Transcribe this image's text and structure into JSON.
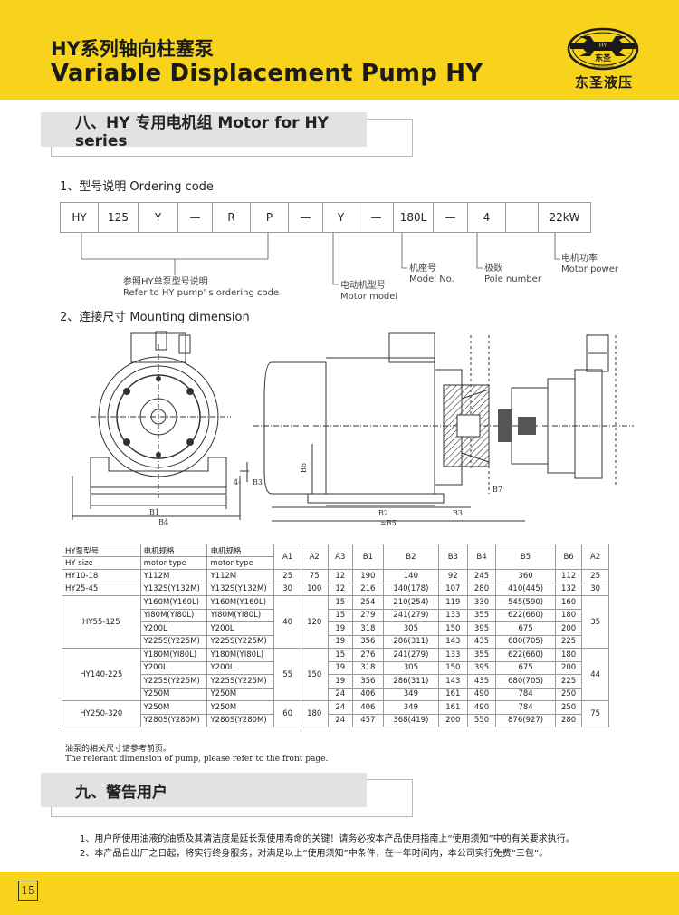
{
  "header": {
    "title_cn": "HY系列轴向柱塞泵",
    "title_en": "Variable Displacement Pump HY",
    "logo_text": "东圣",
    "logo_small": "HY",
    "logo_sub": "DONGSHENG",
    "company_name": "东圣液压"
  },
  "section8": {
    "title": "八、HY 专用电机组 Motor for HY series"
  },
  "ordering": {
    "heading": "1、型号说明 Ordering code",
    "cells": [
      "HY",
      "125",
      "Y",
      "—",
      "R",
      "P",
      "—",
      "Y",
      "—",
      "180L",
      "—",
      "4",
      "",
      "22kW"
    ],
    "notes": {
      "pump_cn": "参照HY单泵型号说明",
      "pump_en": "Refer to HY pump' s ordering code",
      "motor_model_cn": "电动机型号",
      "motor_model_en": "Motor model",
      "model_no_cn": "机座号",
      "model_no_en": "Model No.",
      "pole_cn": "极数",
      "pole_en": "Pole number",
      "power_cn": "电机功率",
      "power_en": "Motor power"
    }
  },
  "mounting": {
    "heading": "2、连接尺寸 Mounting dimension",
    "dims": {
      "b1": "B1",
      "b4": "B4",
      "b2": "B2",
      "b3": "B3",
      "b5": "≈B5",
      "b6": "B6",
      "b7": "B7",
      "hole": "4-",
      "hole_b3": "B3"
    }
  },
  "table": {
    "header1": [
      "HY泵型号",
      "电机规格",
      "电机规格",
      "A1",
      "A2",
      "A3",
      "B1",
      "B2",
      "B3",
      "B4",
      "B5",
      "B6",
      "A2"
    ],
    "header2": [
      "HY size",
      "motor type",
      "motor type"
    ],
    "rows": [
      [
        "HY10-18",
        "Y112M",
        "Y112M",
        "25",
        "75",
        "12",
        "190",
        "140",
        "92",
        "245",
        "360",
        "112",
        "25"
      ],
      [
        "HY25-45",
        "Y132S(Y132M)",
        "Y132S(Y132M)",
        "30",
        "100",
        "12",
        "216",
        "140(178)",
        "107",
        "280",
        "410(445)",
        "132",
        "30"
      ],
      [
        "HY55-125",
        "Y160M(Y160L)",
        "Y160M(Y160L)",
        "40",
        "120",
        "15",
        "254",
        "210(254)",
        "119",
        "330",
        "545(590)",
        "160",
        "35"
      ],
      [
        "",
        "YI80M(YI80L)",
        "YI80M(YI80L)",
        "",
        "",
        "15",
        "279",
        "241(279)",
        "133",
        "355",
        "622(660)",
        "180",
        ""
      ],
      [
        "",
        "Y200L",
        "Y200L",
        "",
        "",
        "19",
        "318",
        "305",
        "150",
        "395",
        "675",
        "200",
        ""
      ],
      [
        "",
        "Y225S(Y225M)",
        "Y225S(Y225M)",
        "",
        "",
        "19",
        "356",
        "286(311)",
        "143",
        "435",
        "680(705)",
        "225",
        ""
      ],
      [
        "HY140-225",
        "Y180M(YI80L)",
        "Y180M(YI80L)",
        "55",
        "150",
        "15",
        "276",
        "241(279)",
        "133",
        "355",
        "622(660)",
        "180",
        "44"
      ],
      [
        "",
        "Y200L",
        "Y200L",
        "",
        "",
        "19",
        "318",
        "305",
        "150",
        "395",
        "675",
        "200",
        ""
      ],
      [
        "",
        "Y225S(Y225M)",
        "Y225S(Y225M)",
        "",
        "",
        "19",
        "356",
        "286(311)",
        "143",
        "435",
        "680(705)",
        "225",
        ""
      ],
      [
        "",
        "Y250M",
        "Y250M",
        "",
        "",
        "24",
        "406",
        "349",
        "161",
        "490",
        "784",
        "250",
        ""
      ],
      [
        "HY250-320",
        "Y250M",
        "Y250M",
        "60",
        "180",
        "24",
        "406",
        "349",
        "161",
        "490",
        "784",
        "250",
        "75"
      ],
      [
        "",
        "Y280S(Y280M)",
        "Y280S(Y280M)",
        "",
        "",
        "24",
        "457",
        "368(419)",
        "200",
        "550",
        "876(927)",
        "280",
        ""
      ]
    ],
    "note_cn": "油泵的相关尺寸请参考前页。",
    "note_en": "The relerant dimension of pump, please refer to the front page."
  },
  "section9": {
    "title": "九、警告用户",
    "items": [
      "1、用户所使用油液的油质及其清洁度是延长泵使用寿命的关键！请务必按本产品使用指南上“使用须知”中的有关要求执行。",
      "2、本产品自出厂之日起，将实行终身服务，对满足以上“使用须知”中条件，在一年时间内，本公司实行免费“三包”。"
    ]
  },
  "footer": {
    "page": "15"
  },
  "colors": {
    "brand_yellow": "#f7d31b",
    "section_gray": "#e2e2e2"
  }
}
